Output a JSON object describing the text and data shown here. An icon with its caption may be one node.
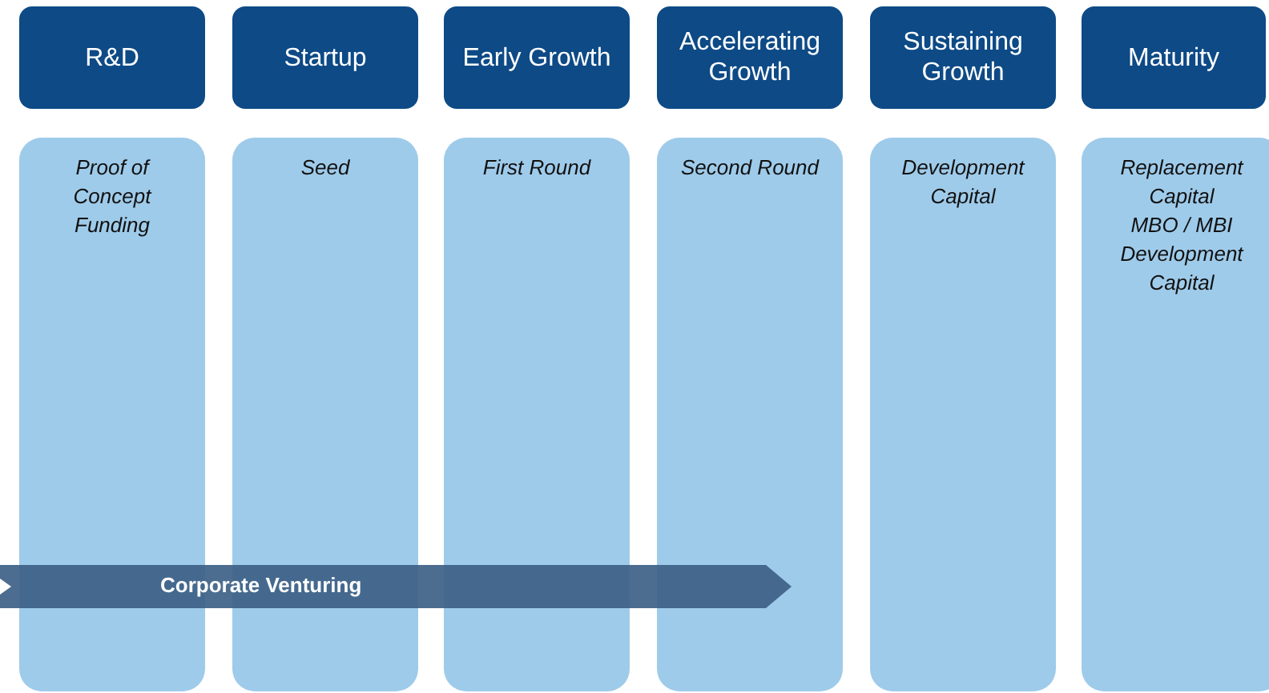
{
  "diagram": {
    "nodes": [
      {
        "text": [
          "R&D"
        ]
      },
      {
        "text": [
          "Startup"
        ]
      },
      {
        "text": [
          "Early Growth"
        ]
      },
      {
        "text": [
          "Accelerating Growth"
        ]
      },
      {
        "text": [
          "Sustaining Growth"
        ]
      },
      {
        "text": [
          "Maturity"
        ]
      },
      {
        "text": [
          "Proof of Concept Funding"
        ]
      },
      {
        "text": [
          "Seed"
        ]
      },
      {
        "text": [
          "First Round"
        ]
      },
      {
        "text": [
          "Second Round"
        ]
      },
      {
        "text": [
          "Development Capital"
        ]
      },
      {
        "text": [
          "Replacement Capital",
          "MBO / MBI",
          "Development Capital"
        ]
      },
      {
        "text": [
          "Corporate Venturing"
        ]
      }
    ]
  }
}
